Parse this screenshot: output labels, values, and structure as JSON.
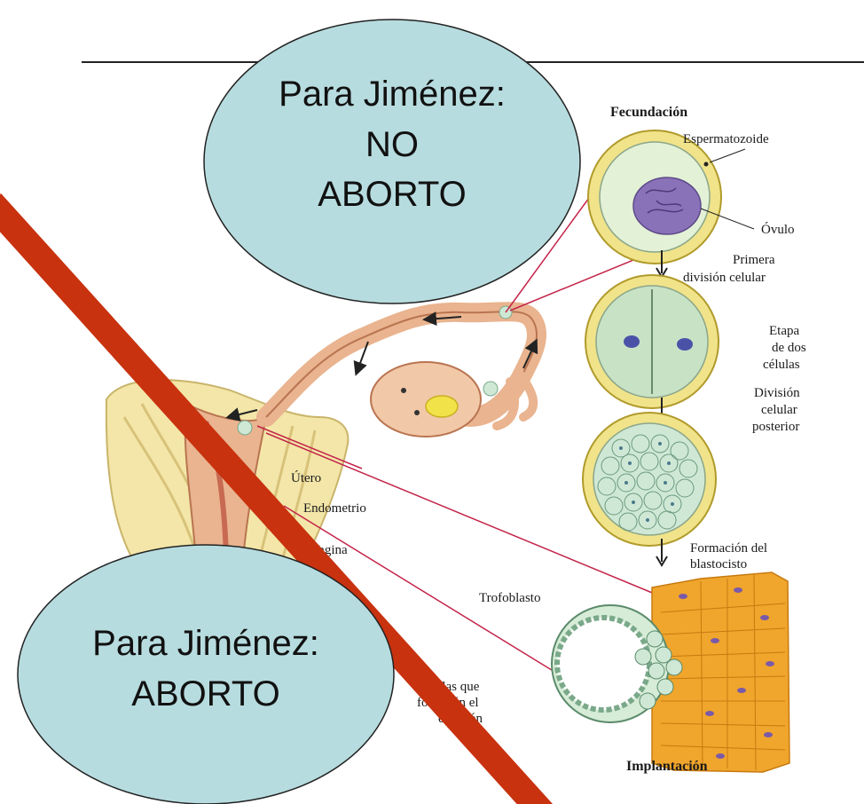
{
  "callouts": {
    "top": {
      "line1": "Para Jiménez:",
      "line2": "NO",
      "line3": "ABORTO"
    },
    "bottom": {
      "line1": "Para Jiménez:",
      "line2": "ABORTO"
    }
  },
  "labels": {
    "fecundacion": "Fecundación",
    "espermatozoide": "Espermatozoide",
    "ovulo": "Óvulo",
    "primera_1": "Primera",
    "primera_2": "división celular",
    "etapa_1": "Etapa",
    "etapa_2": "de dos",
    "etapa_3": "células",
    "division_1": "División",
    "division_2": "celular",
    "division_3": "posterior",
    "formacion_1": "Formación del",
    "formacion_2": "blastocisto",
    "trofoblasto": "Trofoblasto",
    "celulas_1": "Células que",
    "celulas_2": "formarán el",
    "celulas_3": "embrión",
    "utero": "Útero",
    "endometrio": "Endometrio",
    "vagina": "Vagina",
    "implantacion": "Implantación"
  },
  "colors": {
    "callout_fill": "#b7dcdf",
    "strike": "#c8320f",
    "cell_ring": "#f0e38a",
    "cell_inner": "#d8ecd4",
    "nucleus": "#8a72b8",
    "tissue": "#f0a52c",
    "uterus": "#e9b48f",
    "line": "#c4244a"
  }
}
